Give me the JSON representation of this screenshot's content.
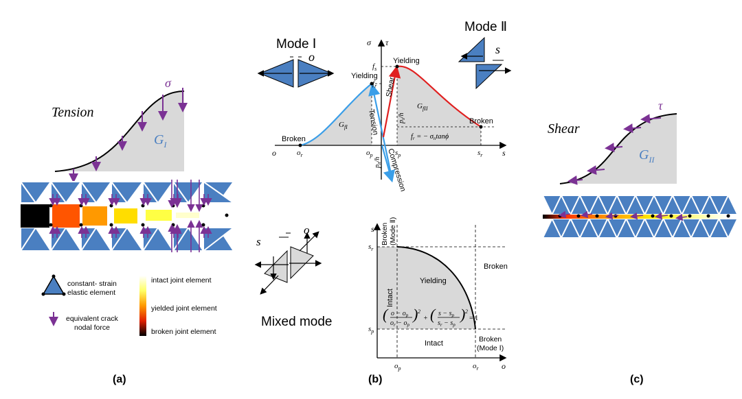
{
  "colors": {
    "element_blue": "#4a7fc1",
    "gray_area": "#d9d9d9",
    "arrow_purple": "#7b3294",
    "tension_blue": "#3a9ee8",
    "shear_red": "#e02020",
    "black": "#000000"
  },
  "panel_a": {
    "label": "(a)",
    "tension": "Tension",
    "sigma": "σ",
    "area_G": "G",
    "area_sub": "I",
    "legend": {
      "elastic_line1": "constant- strain",
      "elastic_line2": "elastic element",
      "force_line1": "equivalent crack",
      "force_line2": "nodal force",
      "intact": "intact joint element",
      "yielded": "yielded joint element",
      "broken": "broken joint element"
    }
  },
  "panel_b": {
    "label": "(b)",
    "mode1": "Mode Ⅰ",
    "mode2": "Mode Ⅱ",
    "mixed": "Mixed mode",
    "sym_o": "o",
    "sym_s": "s",
    "top": {
      "yield_left": "Yielding",
      "yield_right": "Yielding",
      "broken_left": "Broken",
      "broken_right": "Broken",
      "axis_sigma": "σ",
      "axis_tau": "τ",
      "axis_o": "o",
      "axis_s": "s",
      "fs": "f",
      "fs_sub": "s",
      "fr": "f",
      "fr_sub": "r",
      "or": "o",
      "or_sub": "r",
      "op": "o",
      "op_sub": "p",
      "sp": "s",
      "sp_sub": "p",
      "sr": "s",
      "sr_sub": "r",
      "GfI": "G",
      "GfI_sub": "fI",
      "GfII": "G",
      "GfII_sub": "fII",
      "tension": "Tension",
      "compression": "Compression",
      "shear": "Shear",
      "pn_h": "p",
      "pn_h_sub": "n",
      "pn_h_tail": "/h",
      "ps_h": "p",
      "ps_h_sub": "s",
      "ps_h_tail": "/h",
      "fr_formula": "f",
      "fr_formula_sub": "r",
      "fr_formula_tail": " = − σ",
      "fr_formula_sub2": "n",
      "fr_formula_tail2": "tanϕ"
    },
    "bottom": {
      "axis_s": "s",
      "axis_o": "o",
      "sr": "s",
      "sr_sub": "r",
      "sp": "s",
      "sp_sub": "p",
      "op": "o",
      "op_sub": "p",
      "or": "o",
      "or_sub": "r",
      "broken_mode2_l1": "Broken",
      "broken_mode2_l2": "(Mode Ⅱ)",
      "intact_left": "Intact",
      "yielding": "Yielding",
      "broken_right": "Broken",
      "intact_bottom": "Intact",
      "broken_mode1_l1": "Broken",
      "broken_mode1_l2": "(Mode Ⅰ)",
      "formula_eq": "= 1"
    }
  },
  "panel_c": {
    "label": "(c)",
    "shear": "Shear",
    "tau": "τ",
    "area_G": "G",
    "area_sub": "II"
  }
}
